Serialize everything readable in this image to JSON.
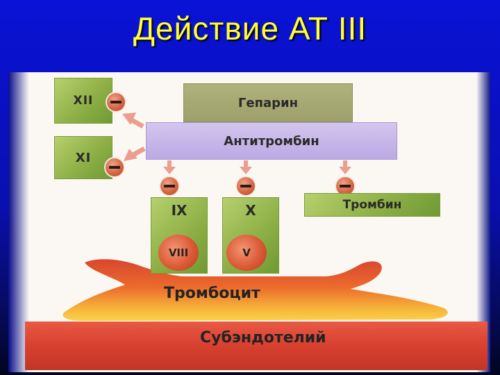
{
  "title": "Действие АТ III",
  "diagram": {
    "heparin": "Гепарин",
    "antithrombin": "Антитромбин",
    "factors": {
      "xii": "XII",
      "xi": "XI",
      "ix": "IX",
      "x": "X",
      "viii": "VIII",
      "v": "V"
    },
    "thrombin": "Тромбин",
    "platelet": "Тромбоцит",
    "subendothelium": "Субэндотелий"
  },
  "colors": {
    "background": "#0a12d6",
    "title": "#ffff33",
    "factor_box": "#8fb047",
    "heparin_box": "#9da06a",
    "antithrombin_box": "#bba9e4",
    "inhibitor": "#d2613f"
  },
  "icons": [
    "minus-icon",
    "arrow-icon"
  ]
}
